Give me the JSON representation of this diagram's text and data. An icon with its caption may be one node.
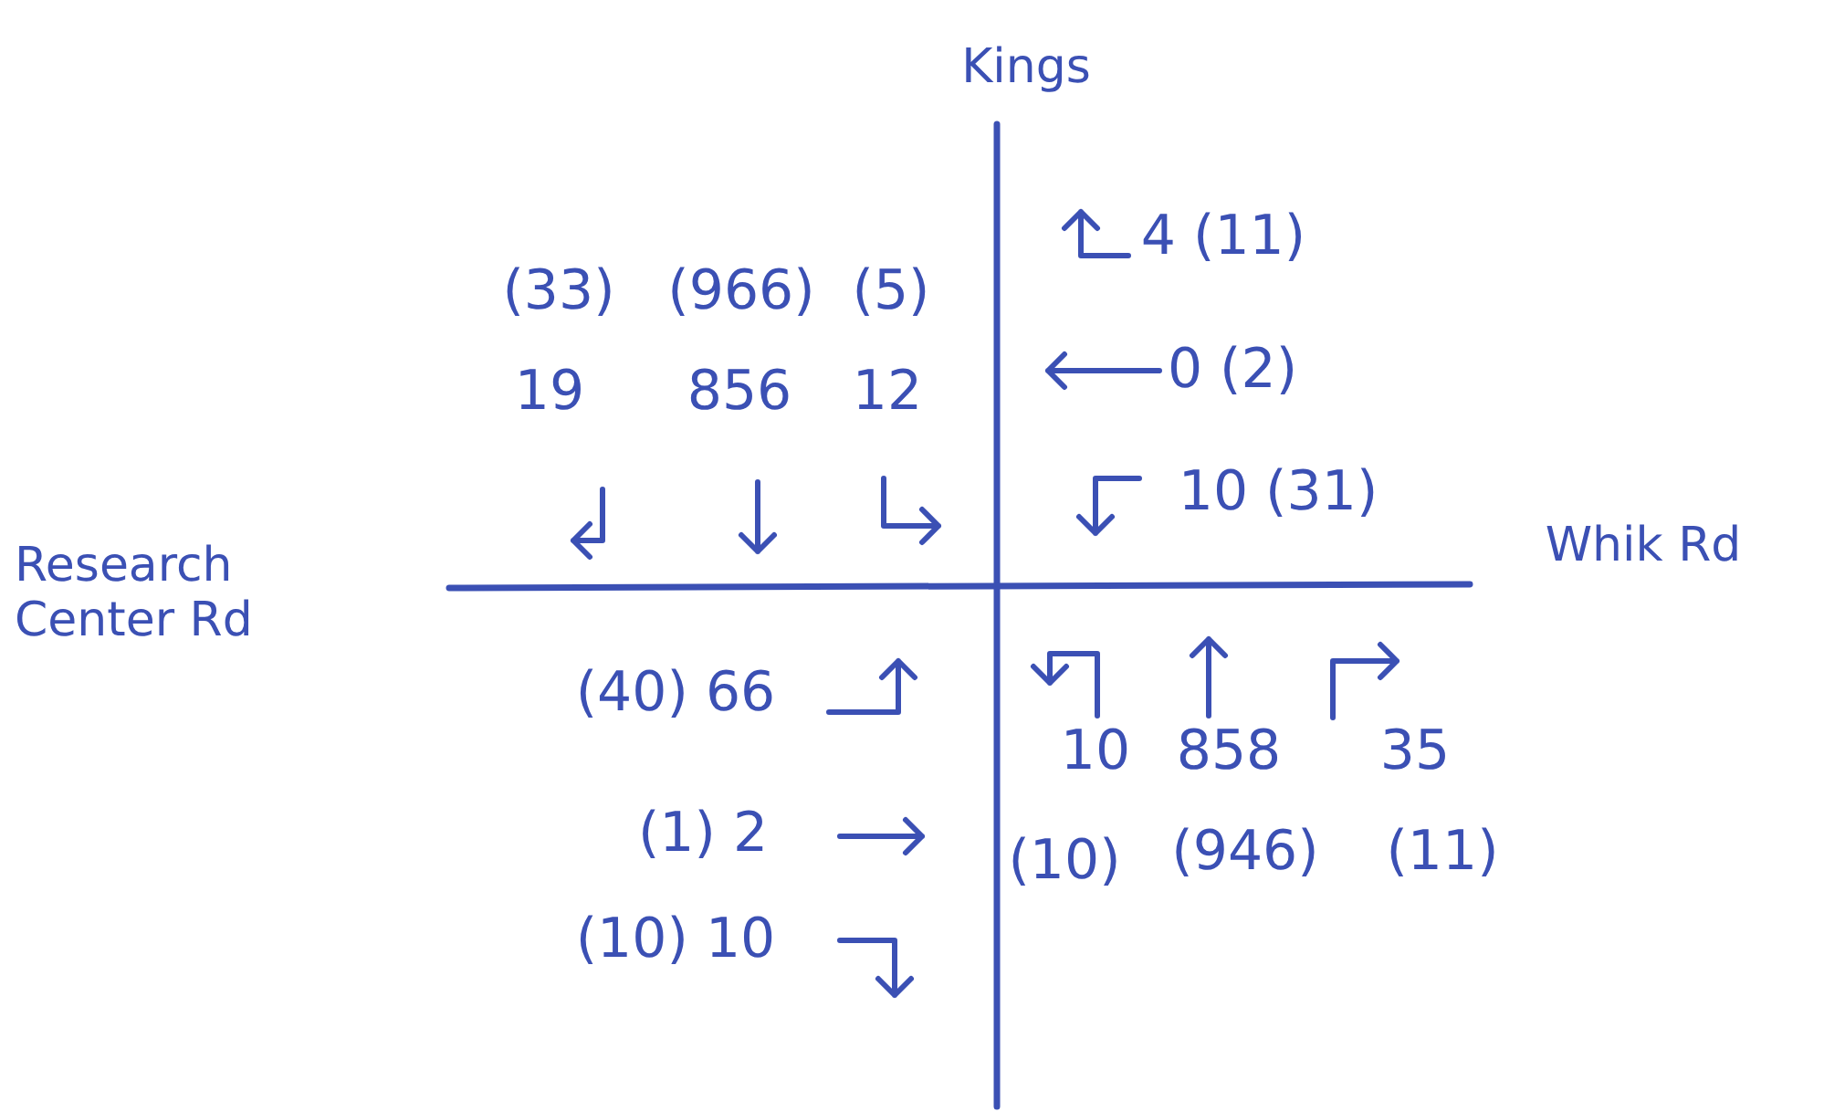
{
  "diagram": {
    "labels": [
      "Kings",
      "4 (11)",
      "(33)",
      "(966)",
      "(5)",
      "19",
      "856",
      "12",
      "0 (2)",
      "10 (31)",
      "Whik Rd",
      "Research Center Rd",
      "(40) 66",
      "10",
      "858",
      "35",
      "(1) 2",
      "(10)",
      "(946)",
      "(11)",
      "(10) 10"
    ]
  }
}
